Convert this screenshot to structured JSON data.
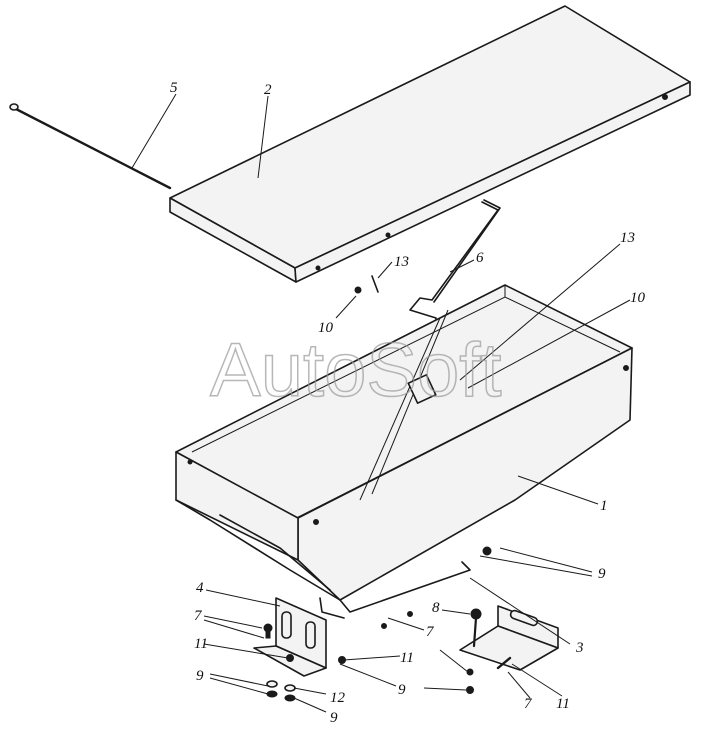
{
  "watermark": "AutoSoft",
  "labels": {
    "l1": "1",
    "l2": "2",
    "l3": "3",
    "l4": "4",
    "l5": "5",
    "l6": "6",
    "l7a": "7",
    "l7b": "7",
    "l7c": "7",
    "l8": "8",
    "l9a": "9",
    "l9b": "9",
    "l9c": "9",
    "l9d": "9",
    "l10a": "10",
    "l10b": "10",
    "l11a": "11",
    "l11b": "11",
    "l11c": "11",
    "l12": "12",
    "l13a": "13",
    "l13b": "13"
  }
}
